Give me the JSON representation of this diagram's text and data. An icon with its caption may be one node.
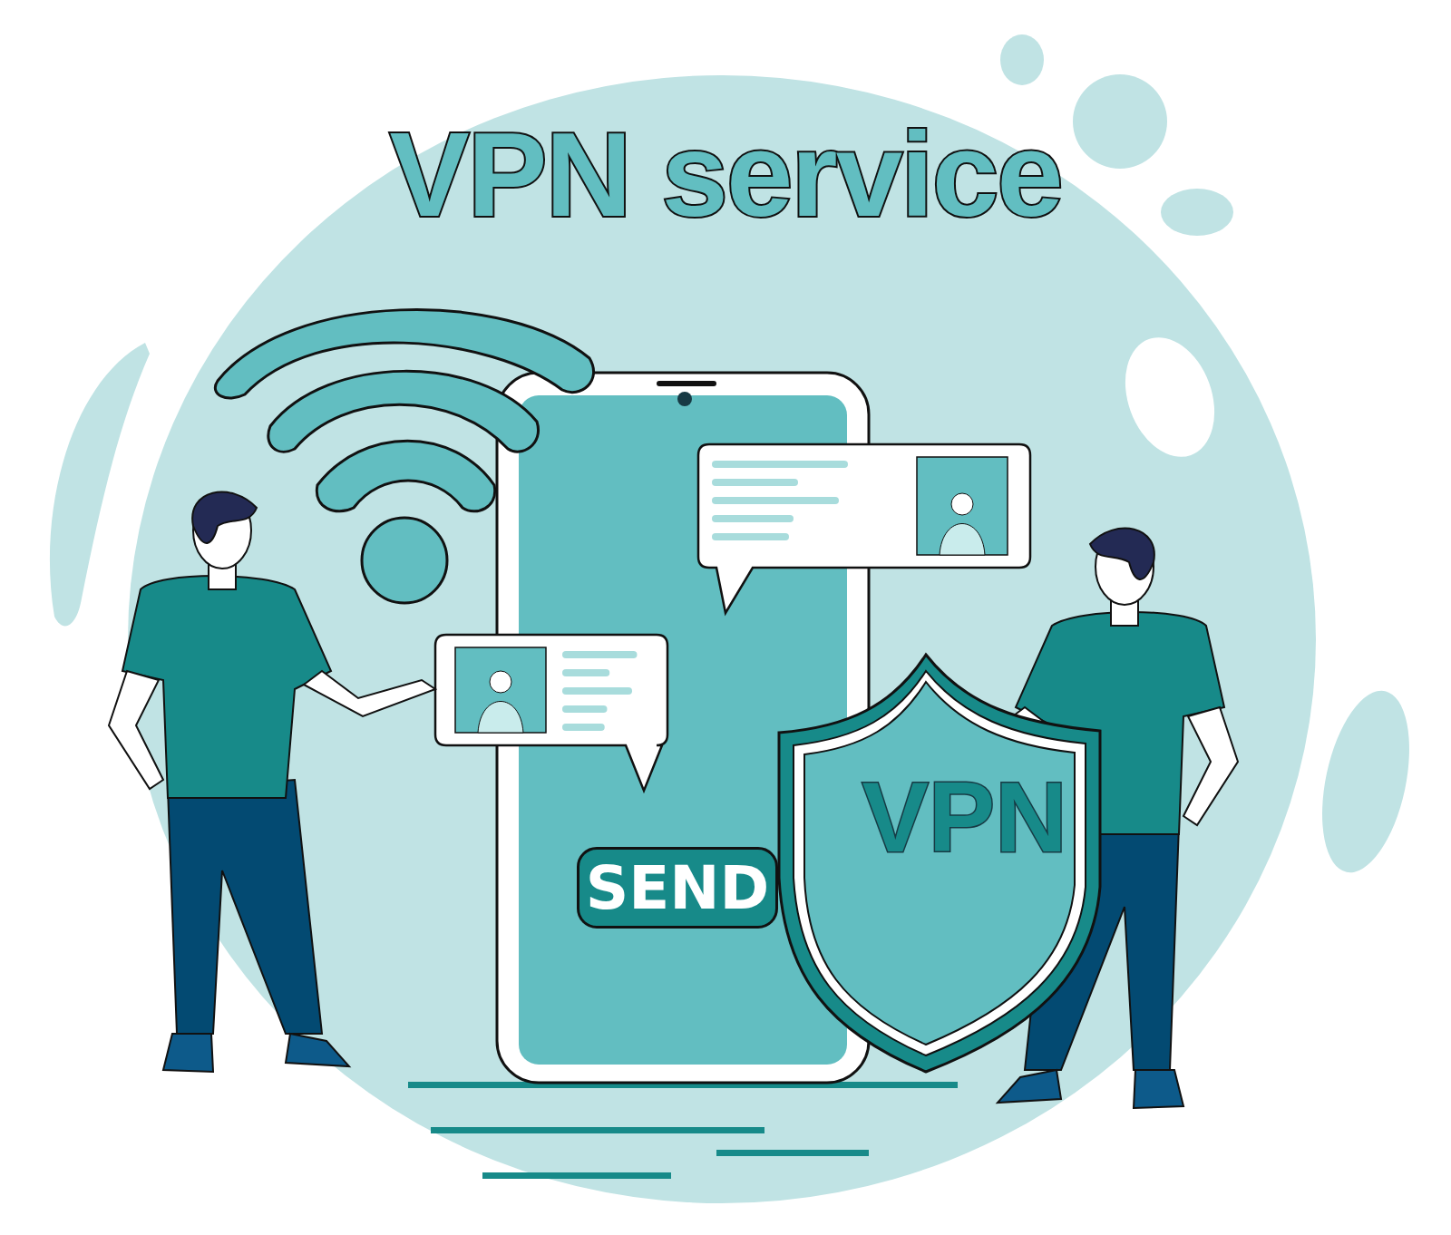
{
  "diagram": {
    "title": "VPN service",
    "nodes": [
      {
        "text": [
          "SEND"
        ]
      },
      {
        "text": [
          "VPN"
        ]
      }
    ]
  }
}
